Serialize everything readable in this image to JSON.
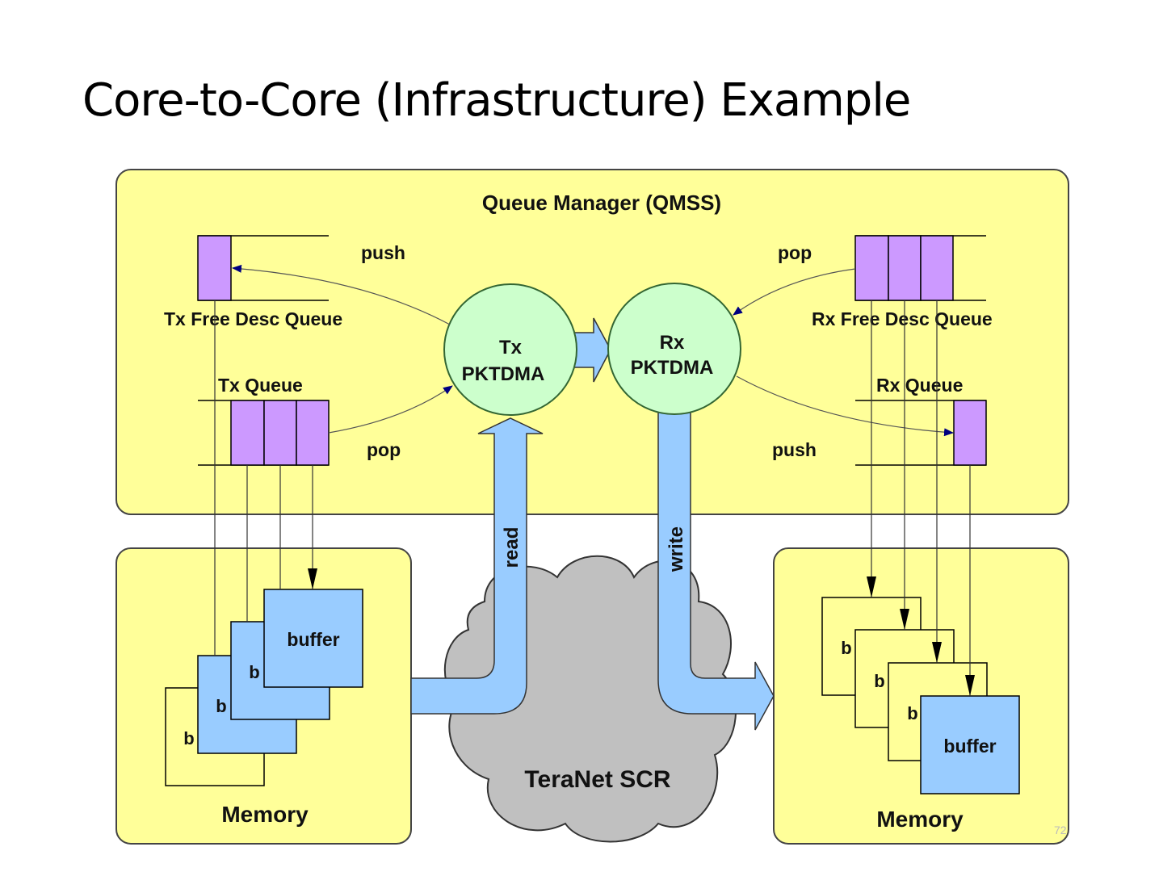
{
  "title": "Core-to-Core (Infrastructure) Example",
  "page_number": "72",
  "colors": {
    "box_fill": "#ffff99",
    "queue_cell": "#cc99ff",
    "pktdma_fill": "#ccffcc",
    "flow_arrow": "#99ccff",
    "cloud": "#c0c0c0",
    "arrowhead": "#000080"
  },
  "qmss": {
    "title": "Queue Manager (QMSS)",
    "tx_free_desc_queue": "Tx Free Desc Queue",
    "tx_queue": "Tx Queue",
    "rx_free_desc_queue": "Rx Free Desc Queue",
    "rx_queue": "Rx Queue",
    "tx_push": "push",
    "tx_pop": "pop",
    "rx_pop": "pop",
    "rx_push": "push",
    "tx_pktdma": [
      "Tx",
      "PKTDMA"
    ],
    "rx_pktdma": [
      "Rx",
      "PKTDMA"
    ]
  },
  "flows": {
    "read": "read",
    "write": "write"
  },
  "interconnect": "TeraNet SCR",
  "memory_left": {
    "label": "Memory",
    "buffers": [
      "b",
      "b",
      "b",
      "buffer"
    ]
  },
  "memory_right": {
    "label": "Memory",
    "buffers": [
      "b",
      "b",
      "b",
      "buffer"
    ]
  }
}
